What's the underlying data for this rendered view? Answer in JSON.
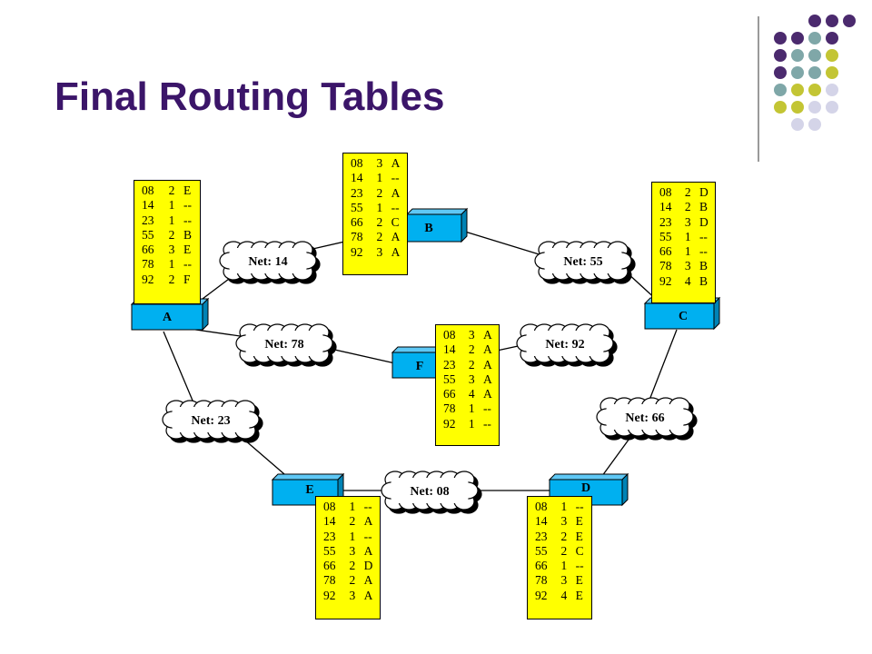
{
  "slide": {
    "title": "Final Routing Tables"
  },
  "colors": {
    "title": "#3b1569",
    "router_fill": "#00b0f0",
    "table_fill": "#ffff00",
    "dot_purple": "#4b2a6e",
    "dot_teal": "#7fa7a8",
    "dot_olive": "#c3c534",
    "dot_lavender": "#d4d4e8"
  },
  "networks": [
    {
      "id": "n14",
      "label": "Net: 14"
    },
    {
      "id": "n55",
      "label": "Net: 55"
    },
    {
      "id": "n78",
      "label": "Net: 78"
    },
    {
      "id": "n92",
      "label": "Net: 92"
    },
    {
      "id": "n23",
      "label": "Net: 23"
    },
    {
      "id": "n66",
      "label": "Net: 66"
    },
    {
      "id": "n08",
      "label": "Net: 08"
    }
  ],
  "routers": {
    "A": {
      "label": "A",
      "table": [
        [
          "08",
          "2",
          "E"
        ],
        [
          "14",
          "1",
          "--"
        ],
        [
          "23",
          "1",
          "--"
        ],
        [
          "55",
          "2",
          "B"
        ],
        [
          "66",
          "3",
          "E"
        ],
        [
          "78",
          "1",
          "--"
        ],
        [
          "92",
          "2",
          "F"
        ]
      ]
    },
    "B": {
      "label": "B",
      "table": [
        [
          "08",
          "3",
          "A"
        ],
        [
          "14",
          "1",
          "--"
        ],
        [
          "23",
          "2",
          "A"
        ],
        [
          "55",
          "1",
          "--"
        ],
        [
          "66",
          "2",
          "C"
        ],
        [
          "78",
          "2",
          "A"
        ],
        [
          "92",
          "3",
          "A"
        ]
      ]
    },
    "C": {
      "label": "C",
      "table": [
        [
          "08",
          "2",
          "D"
        ],
        [
          "14",
          "2",
          "B"
        ],
        [
          "23",
          "3",
          "D"
        ],
        [
          "55",
          "1",
          "--"
        ],
        [
          "66",
          "1",
          "--"
        ],
        [
          "78",
          "3",
          "B"
        ],
        [
          "92",
          "4",
          "B"
        ]
      ]
    },
    "F": {
      "label": "F",
      "table": [
        [
          "08",
          "3",
          "A"
        ],
        [
          "14",
          "2",
          "A"
        ],
        [
          "23",
          "2",
          "A"
        ],
        [
          "55",
          "3",
          "A"
        ],
        [
          "66",
          "4",
          "A"
        ],
        [
          "78",
          "1",
          "--"
        ],
        [
          "92",
          "1",
          "--"
        ]
      ]
    },
    "E": {
      "label": "E",
      "table": [
        [
          "08",
          "1",
          "--"
        ],
        [
          "14",
          "2",
          "A"
        ],
        [
          "23",
          "1",
          "--"
        ],
        [
          "55",
          "3",
          "A"
        ],
        [
          "66",
          "2",
          "D"
        ],
        [
          "78",
          "2",
          "A"
        ],
        [
          "92",
          "3",
          "A"
        ]
      ]
    },
    "D": {
      "label": "D",
      "table": [
        [
          "08",
          "1",
          "--"
        ],
        [
          "14",
          "3",
          "E"
        ],
        [
          "23",
          "2",
          "E"
        ],
        [
          "55",
          "2",
          "C"
        ],
        [
          "66",
          "1",
          "--"
        ],
        [
          "78",
          "3",
          "E"
        ],
        [
          "92",
          "4",
          "E"
        ]
      ]
    }
  }
}
